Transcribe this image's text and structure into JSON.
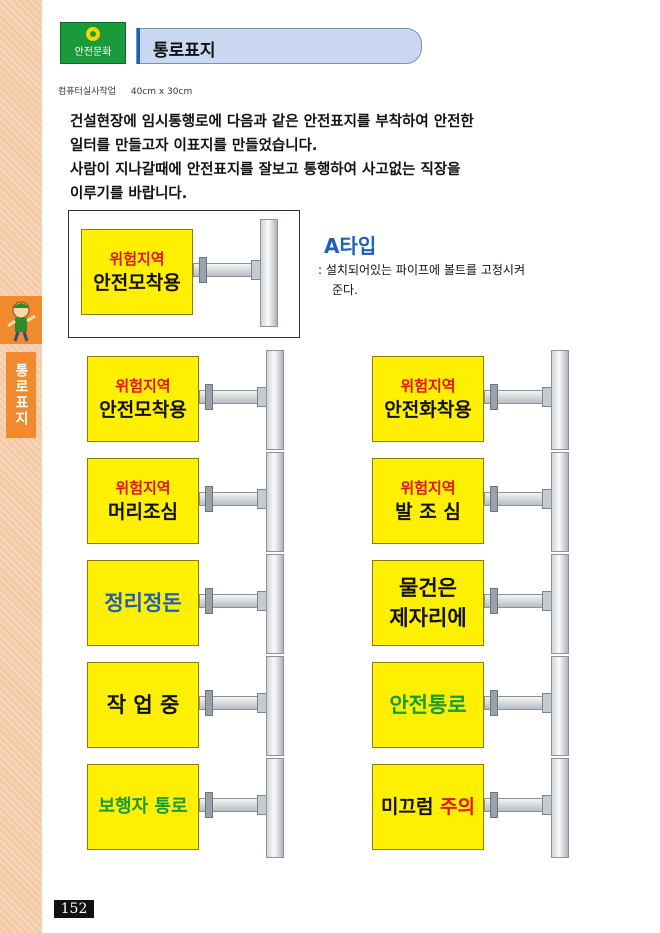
{
  "side": {
    "label": "통로표지"
  },
  "logo": {
    "text": "안전문화"
  },
  "header": {
    "title": "통로표지"
  },
  "meta": {
    "category": "컴퓨터실사작업",
    "size": "40cm x 30cm"
  },
  "intro": {
    "lines": [
      "건설현장에 임시통행로에 다음과 같은 안전표지를 부착하여 안전한",
      "일터를 만들고자 이표지를 만들었습니다.",
      "사람이 지나갈때에 안전표지를 잘보고 통행하여 사고없는 직장을",
      "이루기를 바랍니다."
    ]
  },
  "featured": {
    "line1": "위험지역",
    "line2": "안전모착용"
  },
  "type_info": {
    "title": "A타입",
    "desc_line1": ": 설치되어있는 파이프에 볼트를 고정시켜",
    "desc_line2": "준다."
  },
  "signs": [
    {
      "line1": "위험지역",
      "line2": "안전모착용"
    },
    {
      "line1": "위험지역",
      "line2": "안전화착용"
    },
    {
      "line1": "위험지역",
      "line2": "머리조심"
    },
    {
      "line1": "위험지역",
      "line2": "발 조 심"
    },
    {
      "text": "정리정돈",
      "color": "#1e5fb8"
    },
    {
      "text_a": "물건은",
      "text_b": "제자리에",
      "color": "#111111"
    },
    {
      "text": "작 업 중",
      "color": "#111111"
    },
    {
      "text": "안전통로",
      "color": "#1a9a3a"
    },
    {
      "text": "보행자 통로",
      "color": "#1a9a3a"
    },
    {
      "text_a": "미끄럼 ",
      "text_b": "주의",
      "color_a": "#111111",
      "color_b": "#e0151a"
    }
  ],
  "page": {
    "number": "152"
  }
}
